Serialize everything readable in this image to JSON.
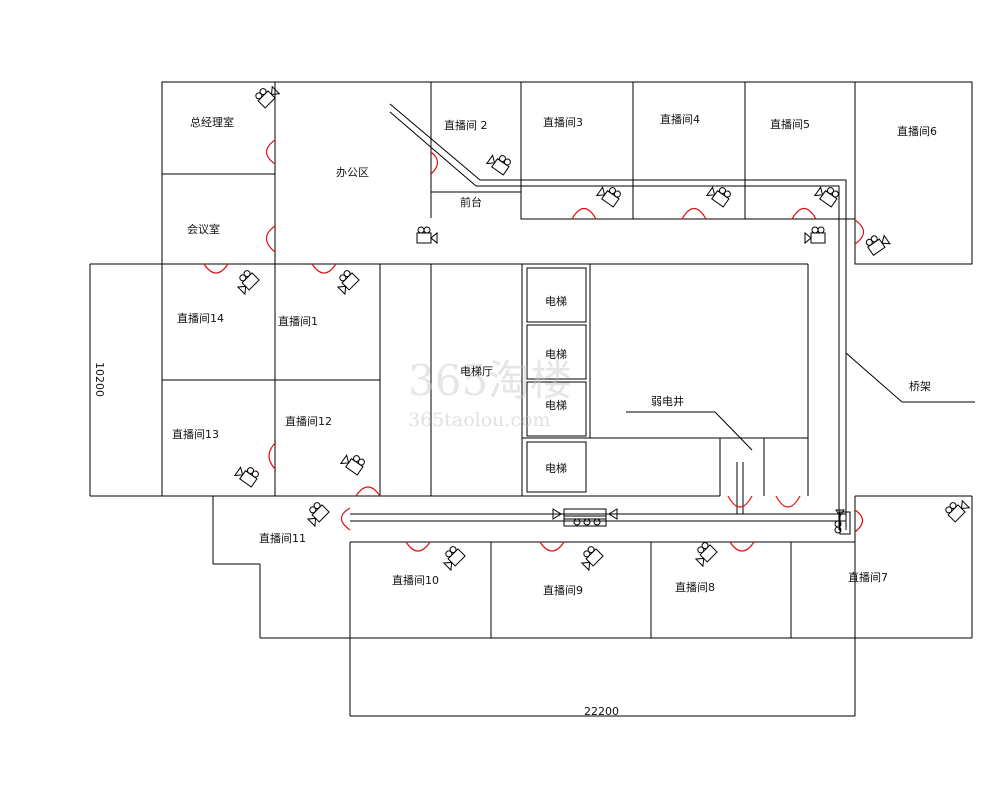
{
  "rooms": {
    "gm_office": "总经理室",
    "office_area": "办公区",
    "meeting": "会议室",
    "reception": "前台",
    "studio1": "直播间1",
    "studio2": "直播间 2",
    "studio3": "直播间3",
    "studio4": "直播间4",
    "studio5": "直播间5",
    "studio6": "直播间6",
    "studio7": "直播间7",
    "studio8": "直播间8",
    "studio9": "直播间9",
    "studio10": "直播间10",
    "studio11": "直播间11",
    "studio12": "直播间12",
    "studio13": "直播间13",
    "studio14": "直播间14",
    "elevator_hall": "电梯厅",
    "elevator": "电梯",
    "weak_shaft": "弱电井",
    "cable_tray": "桥架"
  },
  "dimensions": {
    "width": "22200",
    "height": "10200"
  },
  "watermark": {
    "logo": "365淘楼",
    "site": "365taolou.com"
  }
}
